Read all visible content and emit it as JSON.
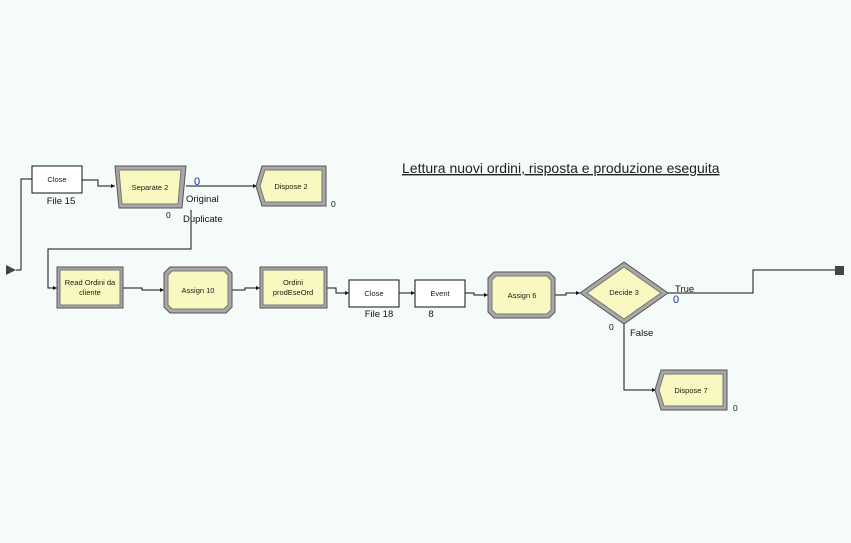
{
  "title": "Lettura nuovi ordini, risposta e produzione eseguita",
  "colors": {
    "background": "#f5fbf8",
    "module_fill": "#f8f8c0",
    "module_fill_plain": "#ffffff",
    "frame_gray": "#a8a8a8",
    "counter_blue": "#1a2a9a"
  },
  "modules": {
    "close_file15": {
      "label": "Close",
      "caption": "File 15"
    },
    "separate2": {
      "label": "Separate 2",
      "counter": "0",
      "counter2": "0",
      "port_original": "Original",
      "port_duplicate": "Duplicate"
    },
    "dispose2": {
      "label": "Dispose 2",
      "counter": "0"
    },
    "read_ordini": {
      "label_line1": "Read Ordini da",
      "label_line2": "cliente"
    },
    "assign10": {
      "label": "Assign 10"
    },
    "ordini": {
      "label_line1": "Ordini",
      "label_line2": "prodEseOrd"
    },
    "close_file18": {
      "label": "Close",
      "caption": "File 18"
    },
    "event8": {
      "label": "Event",
      "caption": "8"
    },
    "assign6": {
      "label": "Assign 6"
    },
    "decide3": {
      "label": "Decide 3",
      "true_label": "True",
      "false_label": "False",
      "counter_true": "0",
      "counter_false": "0"
    },
    "dispose7": {
      "label": "Dispose 7",
      "counter": "0"
    }
  }
}
